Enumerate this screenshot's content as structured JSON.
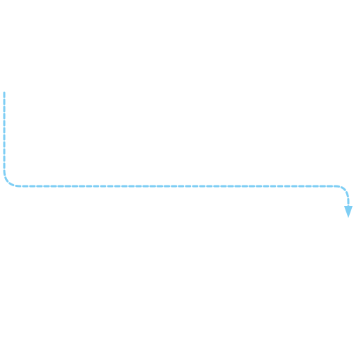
{
  "connector": {
    "kind": "dashed-arrow",
    "color": "#7ecef4",
    "style": "dashed",
    "direction": "down-right-down"
  }
}
